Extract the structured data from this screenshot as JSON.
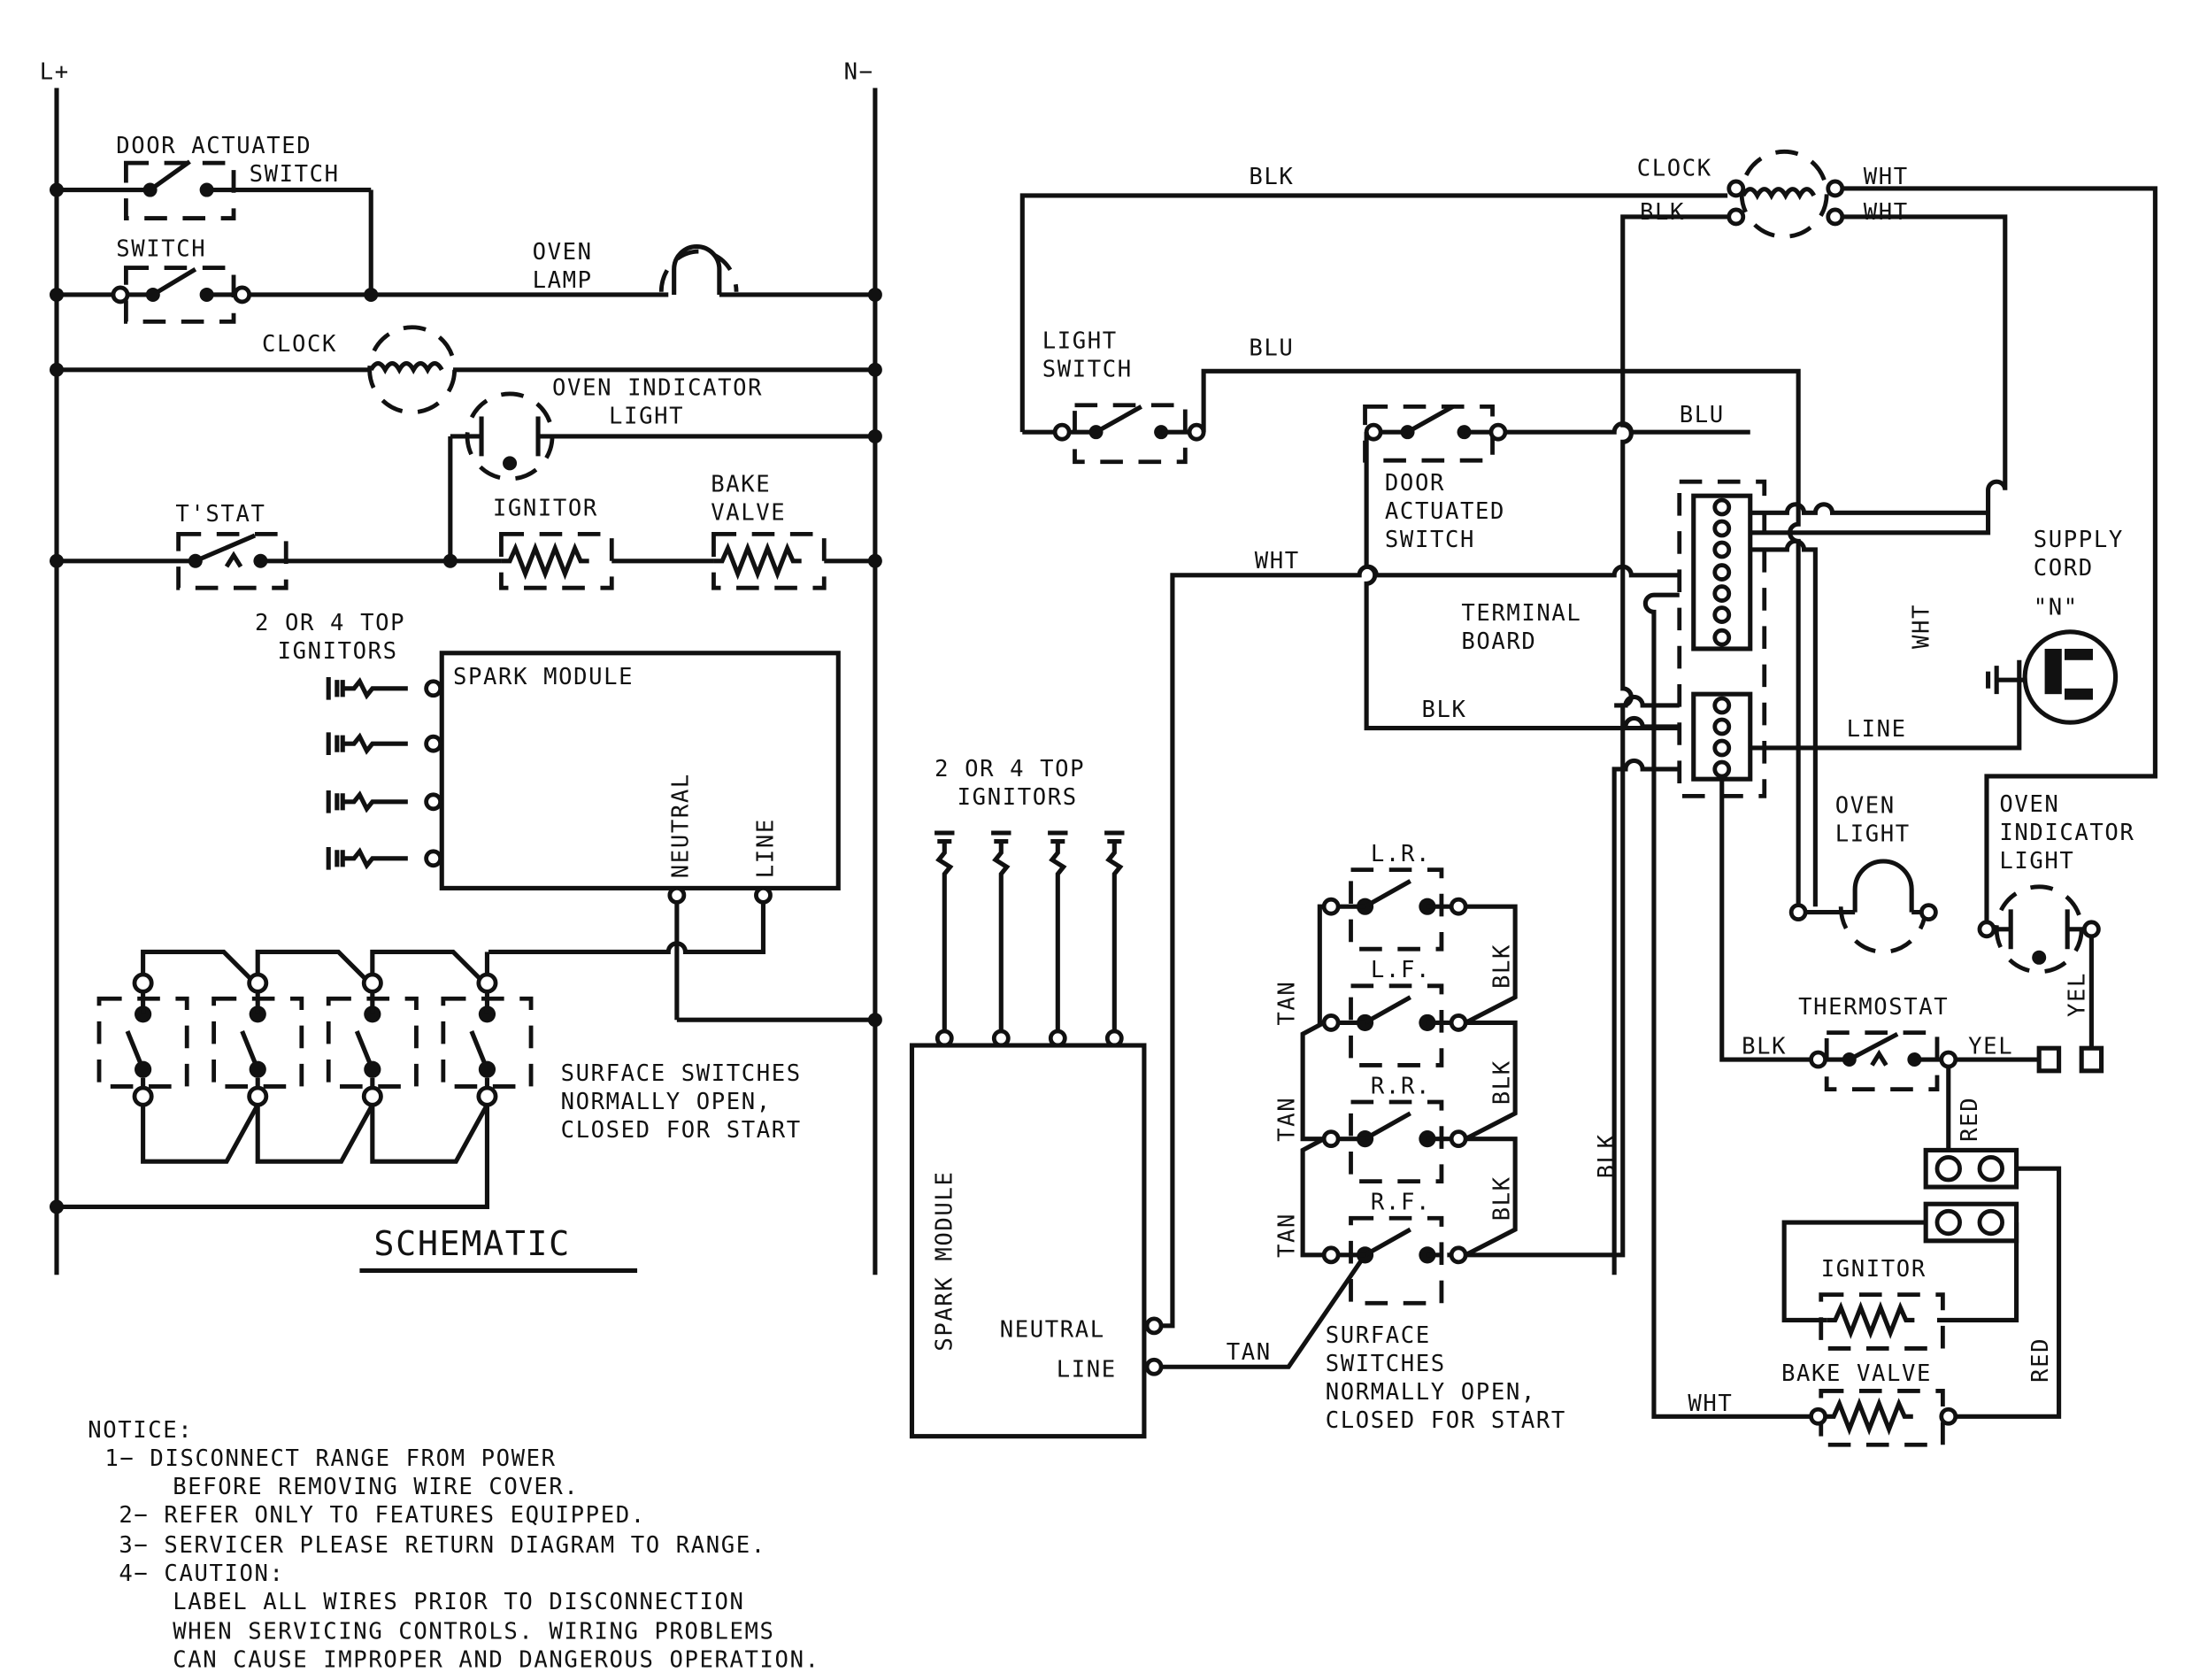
{
  "schematic": {
    "l_plus": "L+",
    "n_minus": "N−",
    "door_switch": "DOOR ACTUATED",
    "door_switch2": "SWITCH",
    "switch": "SWITCH",
    "oven_lamp": "OVEN",
    "oven_lamp2": "LAMP",
    "clock": "CLOCK",
    "oven_ind": "OVEN INDICATOR",
    "oven_ind2": "LIGHT",
    "tstat": "T'STAT",
    "ignitor": "IGNITOR",
    "bake": "BAKE",
    "bake2": "VALVE",
    "ign_count": "2 OR 4 TOP",
    "ign_count2": "IGNITORS",
    "spark": "SPARK MODULE",
    "neutral": "NEUTRAL",
    "line": "LINE",
    "surf1": "SURFACE SWITCHES",
    "surf2": "NORMALLY OPEN,",
    "surf3": "CLOSED FOR START",
    "title": "SCHEMATIC"
  },
  "wiring": {
    "blk_top": "BLK",
    "clock": "CLOCK",
    "wht1": "WHT",
    "blk2": "BLK",
    "wht2": "WHT",
    "light_switch": "LIGHT",
    "light_switch2": "SWITCH",
    "blu1": "BLU",
    "blu2": "BLU",
    "door1": "DOOR",
    "door2": "ACTUATED",
    "door3": "SWITCH",
    "wht3": "WHT",
    "terminal1": "TERMINAL",
    "terminal2": "BOARD",
    "supply1": "SUPPLY",
    "supply2": "CORD",
    "n_label": "\"N\"",
    "wht_vert": "WHT",
    "blk3": "BLK",
    "line": "LINE",
    "ign_count": "2 OR 4 TOP",
    "ign_count2": "IGNITORS",
    "oven_light": "OVEN",
    "oven_light2": "LIGHT",
    "oven_ind": "OVEN",
    "oven_ind2": "INDICATOR",
    "oven_ind3": "LIGHT",
    "lr": "L.R.",
    "lf": "L.F.",
    "rr": "R.R.",
    "rf": "R.F.",
    "tan": "TAN",
    "blk": "BLK",
    "blk_vert": "BLK",
    "spark": "SPARK MODULE",
    "neutral": "NEUTRAL",
    "line2": "LINE",
    "tan_h": "TAN",
    "surf1": "SURFACE",
    "surf2": "SWITCHES",
    "surf3": "NORMALLY OPEN,",
    "surf4": "CLOSED FOR START",
    "thermostat": "THERMOSTAT",
    "blk_t": "BLK",
    "yel": "YEL",
    "yel_v": "YEL",
    "red1": "RED",
    "red2": "RED",
    "ignitor": "IGNITOR",
    "bake_valve": "BAKE VALVE",
    "wht_bottom": "WHT"
  },
  "notice": {
    "title": "NOTICE:",
    "n1": "1−  DISCONNECT RANGE FROM POWER",
    "n1b": "BEFORE REMOVING WIRE COVER.",
    "n2": "2−  REFER ONLY TO FEATURES EQUIPPED.",
    "n3": "3−  SERVICER PLEASE RETURN DIAGRAM TO RANGE.",
    "n4": "4−   CAUTION:",
    "n4a": "LABEL ALL WIRES PRIOR TO DISCONNECTION",
    "n4b": "WHEN SERVICING CONTROLS. WIRING PROBLEMS",
    "n4c": "CAN CAUSE IMPROPER AND DANGEROUS OPERATION."
  }
}
